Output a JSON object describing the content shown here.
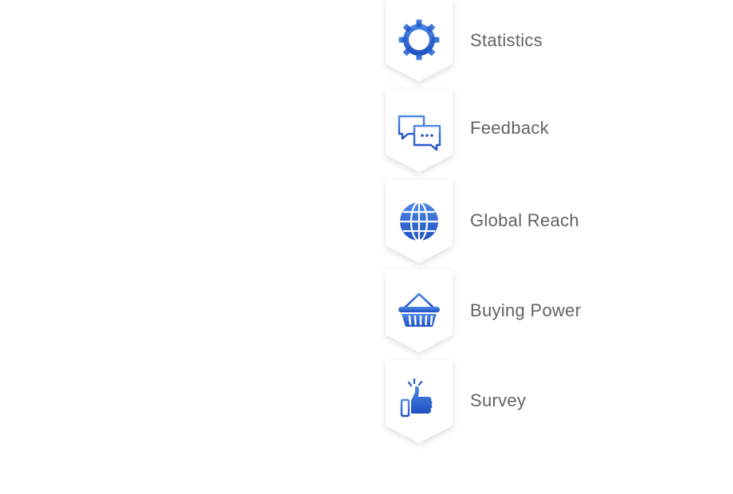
{
  "features": [
    {
      "label": "Statistics",
      "icon": "gear-icon"
    },
    {
      "label": "Feedback",
      "icon": "chat-bubbles-icon"
    },
    {
      "label": "Global Reach",
      "icon": "globe-icon"
    },
    {
      "label": "Buying Power",
      "icon": "basket-icon"
    },
    {
      "label": "Survey",
      "icon": "thumbs-up-icon"
    }
  ],
  "colors": {
    "icon_primary": "#2458c8",
    "icon_light": "#4f8ae8",
    "label_text": "#5f6368",
    "badge_fill": "#ffffff"
  }
}
